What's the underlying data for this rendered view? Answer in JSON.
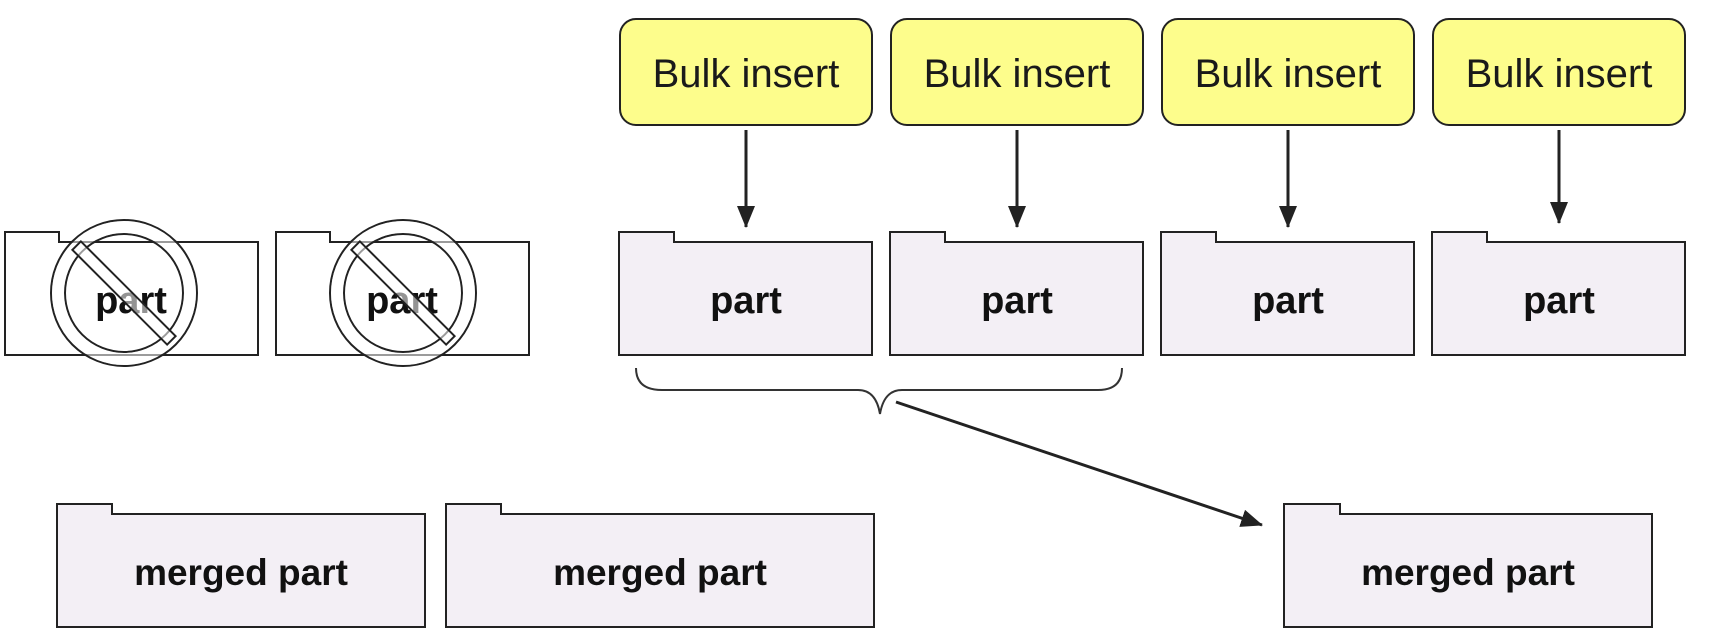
{
  "colors": {
    "insert_fill": "#fdfd8c",
    "part_fill": "#f3eff5",
    "discarded_fill": "#ffffff",
    "stroke": "#222222"
  },
  "bulk_inserts": [
    {
      "label": "Bulk insert"
    },
    {
      "label": "Bulk insert"
    },
    {
      "label": "Bulk insert"
    },
    {
      "label": "Bulk insert"
    }
  ],
  "new_parts": [
    {
      "label": "part"
    },
    {
      "label": "part"
    },
    {
      "label": "part"
    },
    {
      "label": "part"
    }
  ],
  "discarded_parts": [
    {
      "label": "part",
      "icon": "prohibited-icon"
    },
    {
      "label": "part",
      "icon": "prohibited-icon"
    }
  ],
  "merged_parts": [
    {
      "label": "merged part"
    },
    {
      "label": "merged part"
    },
    {
      "label": "merged part"
    }
  ]
}
